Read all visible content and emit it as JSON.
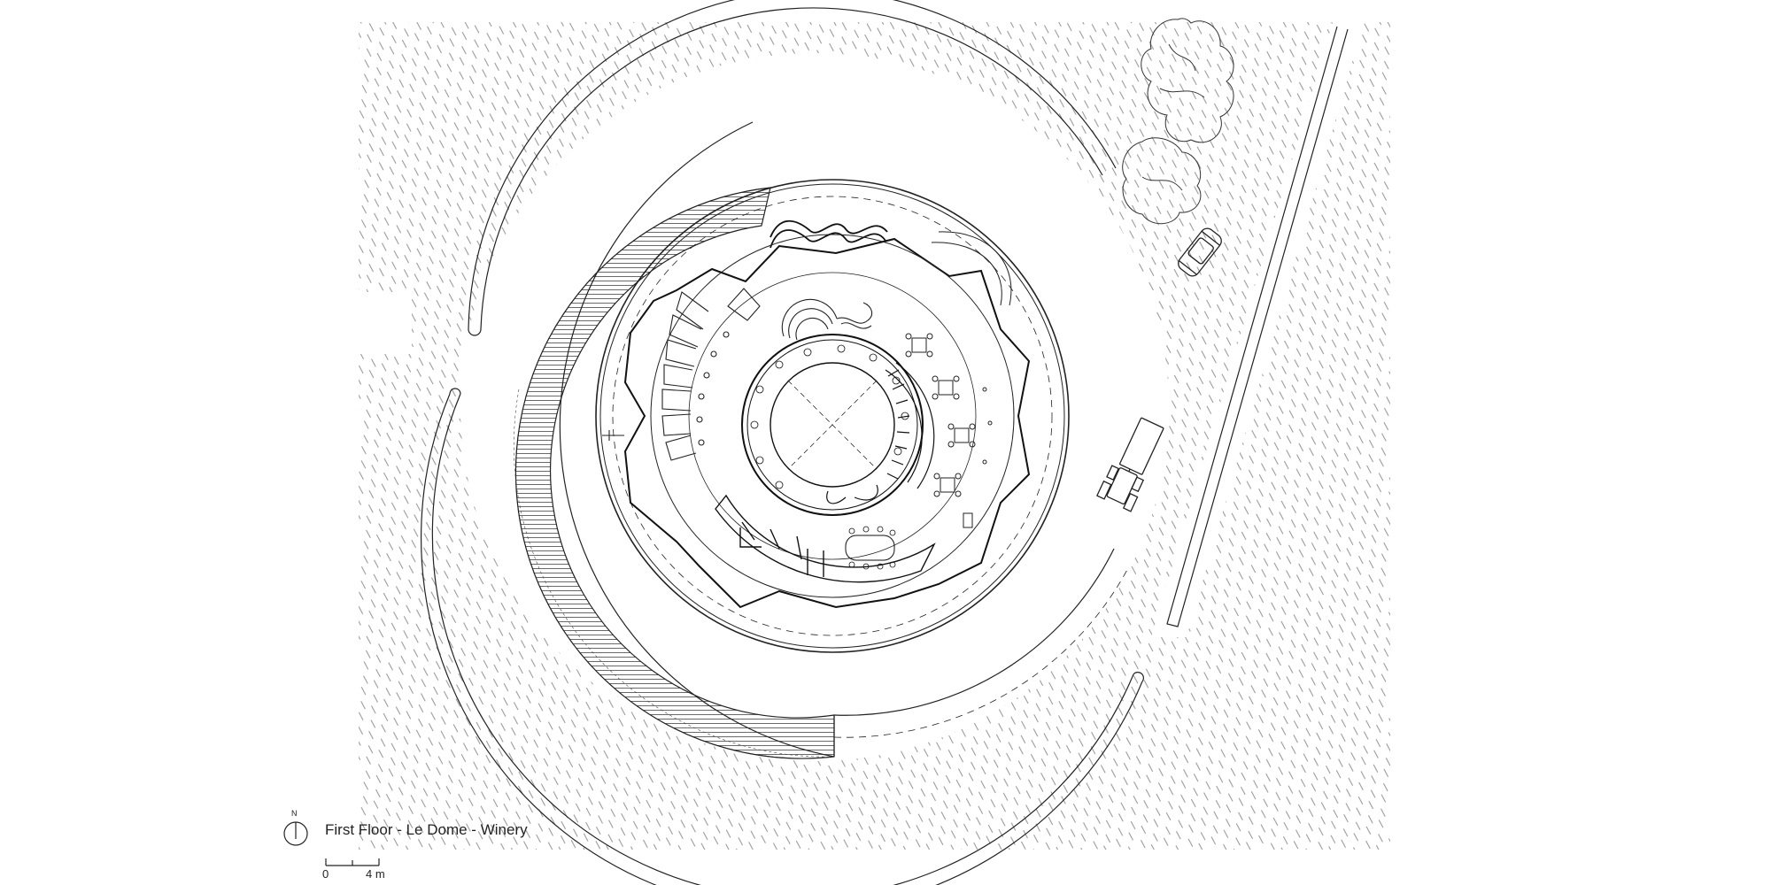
{
  "drawing": {
    "title": "First Floor - Le Dome - Winery",
    "north_label": "N",
    "scale_start": "0",
    "scale_end": "4 m"
  },
  "colors": {
    "ink": "#222222",
    "hatch": "#9a9a9a",
    "background": "#ffffff"
  },
  "icons": {
    "north": "north-arrow-icon",
    "tree": "tree-icon",
    "car": "car-icon",
    "tractor": "tractor-icon"
  }
}
